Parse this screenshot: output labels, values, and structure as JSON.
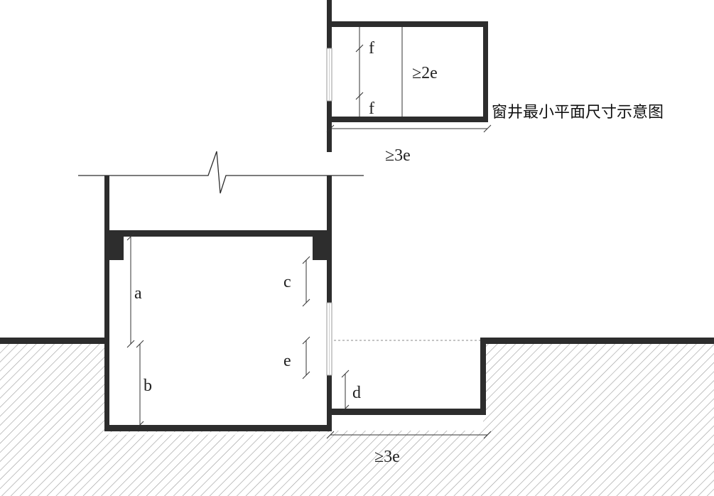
{
  "title": "窗井最小平面尺寸示意图",
  "labels": {
    "a": "a",
    "b": "b",
    "c": "c",
    "d": "d",
    "e": "e",
    "f_top": "f",
    "f_bottom": "f",
    "plan_width": "≥2e",
    "plan_depth": "≥3e",
    "section_depth": "≥3e"
  },
  "colors": {
    "wall": "#2d2d2d",
    "hatch": "#9a9a9a",
    "window": "#cfcfcf"
  }
}
